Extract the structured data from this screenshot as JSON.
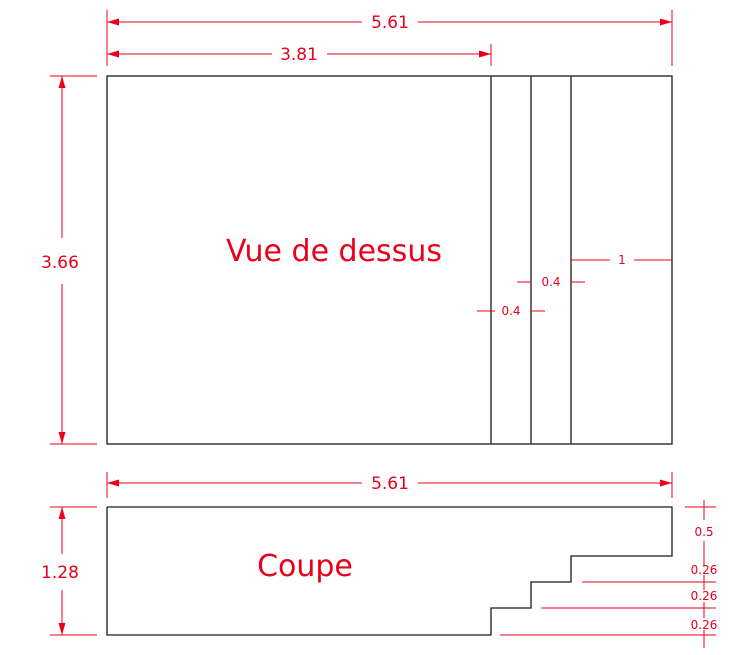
{
  "top_view": {
    "title": "Vue de dessus",
    "dim_total_length": "5.61",
    "dim_main_length": "3.81",
    "dim_width": "3.66",
    "dim_step_1": "0.4",
    "dim_step_2": "0.4",
    "dim_step_3": "1"
  },
  "section_view": {
    "title": "Coupe",
    "dim_total_length": "5.61",
    "dim_depth": "1.28",
    "dim_top_step": "0.5",
    "dim_step_a": "0.26",
    "dim_step_b": "0.26",
    "dim_step_c": "0.26"
  },
  "colors": {
    "dimension": "#e8001c",
    "geometry": "#1a1a1a"
  }
}
